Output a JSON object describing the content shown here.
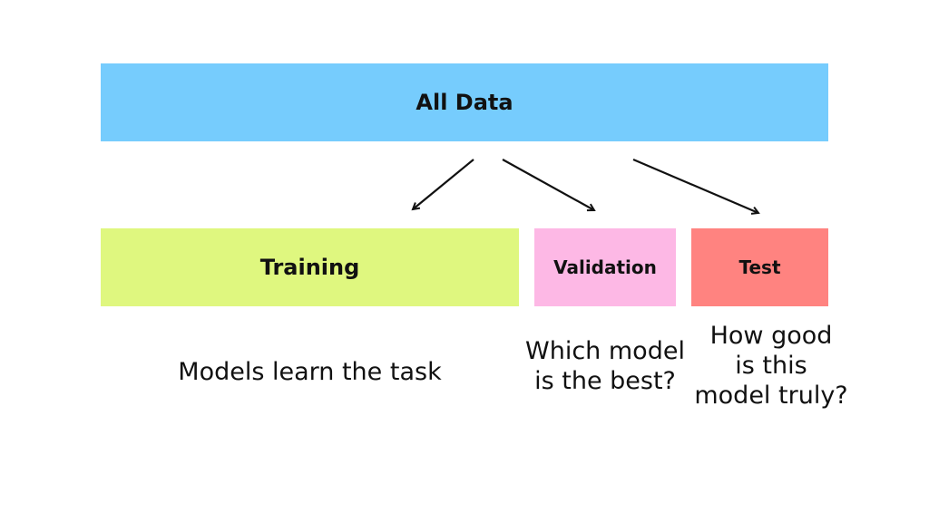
{
  "colors": {
    "all_data": "#76ccfd",
    "training": "#dff77f",
    "validation": "#fdb8e5",
    "test": "#ff8380",
    "arrow": "#111111"
  },
  "nodes": {
    "all_data": {
      "label": "All Data"
    },
    "training": {
      "label": "Training",
      "caption": [
        "Models learn the task"
      ]
    },
    "validation": {
      "label": "Validation",
      "caption": [
        "Which model",
        "is the best?"
      ]
    },
    "test": {
      "label": "Test",
      "caption": [
        "How good",
        "is this",
        "model truly?"
      ]
    }
  },
  "edges": [
    {
      "from": "all_data",
      "to": "training"
    },
    {
      "from": "all_data",
      "to": "validation"
    },
    {
      "from": "all_data",
      "to": "test"
    }
  ]
}
